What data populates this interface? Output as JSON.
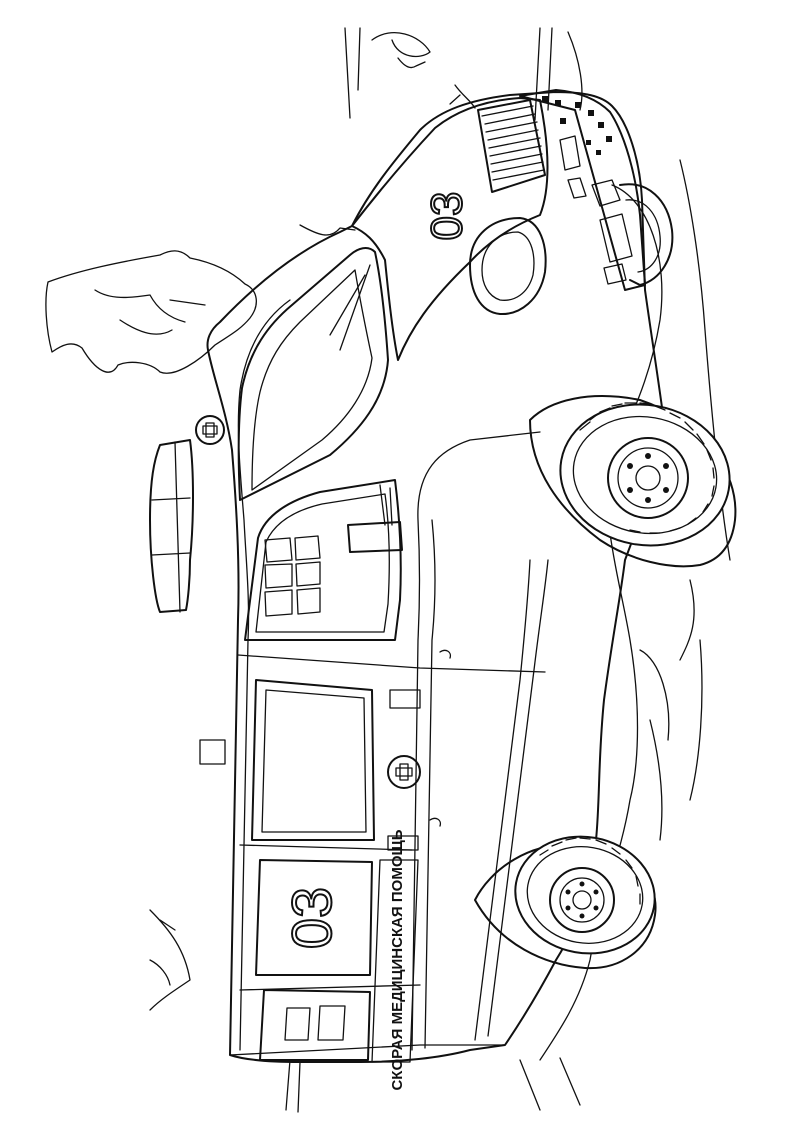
{
  "drawing": {
    "subject": "ambulance van coloring page",
    "side_lettering": "СКОРАЯ МЕДИЦИНСКАЯ ПОМОЩЬ",
    "side_number": "03",
    "hood_number": "03",
    "line_color": "#111111",
    "background_color": "#ffffff",
    "orientation": "rotated 90 degrees counter-clockwise"
  }
}
